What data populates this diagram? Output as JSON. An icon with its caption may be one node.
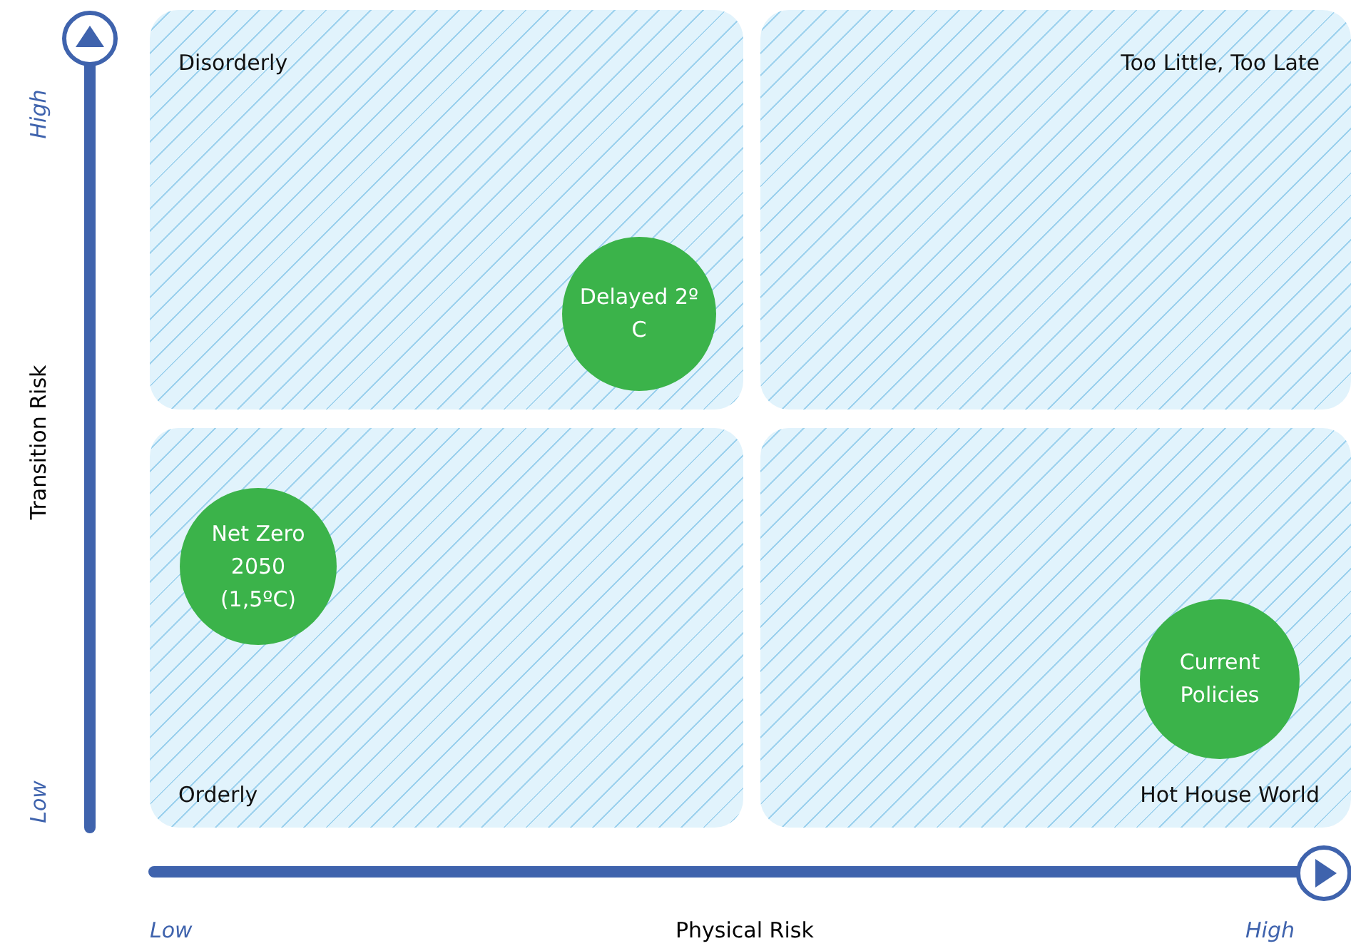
{
  "diagram": {
    "nodes": [
      {
        "text": [
          "Disorderly"
        ]
      },
      {
        "text": [
          "Delayed 2º C"
        ],
        "in": 0
      },
      {
        "text": [
          "Too Little, Too Late"
        ]
      },
      {
        "text": [
          "Orderly"
        ]
      },
      {
        "text": [
          "Net Zero 2050 (1,5ºC)"
        ],
        "in": 3
      },
      {
        "text": [
          "Hot House World"
        ]
      },
      {
        "text": [
          "Current Policies"
        ],
        "in": 5
      }
    ],
    "edges": [],
    "labels": [
      "High",
      "Transition Risk",
      "Low",
      "Low",
      "Physical Risk",
      "High"
    ]
  }
}
